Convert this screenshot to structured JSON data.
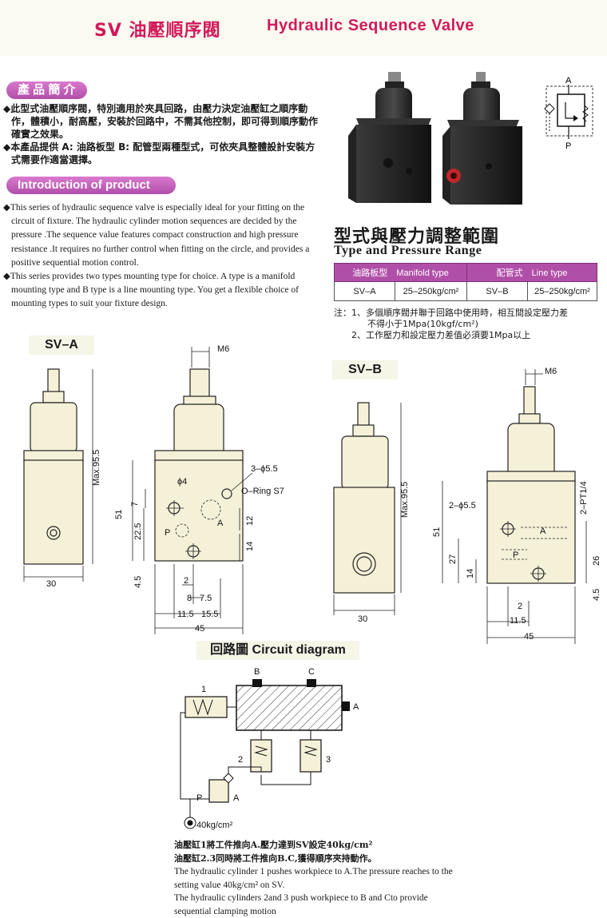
{
  "header": {
    "title_cn": "SV 油壓順序閥",
    "title_en": "Hydraulic Sequence Valve"
  },
  "intro_cn": {
    "heading": "產 品 簡 介",
    "bullets": [
      "◆此型式油壓順序閥，特別適用於夾具回路，由壓力決定油壓缸之順序動作，體積小，耐高壓，安裝於回路中，不需其他控制，即可得到順序動作確實之效果。",
      "◆本產品提供 A: 油路板型 B: 配管型兩種型式，可依夾具整體設計安裝方式需要作適當選擇。"
    ]
  },
  "intro_en": {
    "heading": "Introduction of product",
    "bullets": [
      "◆This series of hydraulic sequence valve is especially ideal for your fitting on the circuit of fixture. The hydraulic cylinder motion sequences are decided by the pressure .The sequence value features compact construction and high pressure resistance .It requires no further control when fitting on the circle, and provides a positive sequential motion control.",
      "◆This series provides two types mounting type for choice. A type is a manifold mounting type and B type is a line mounting type. You get a flexible choice of mounting types to suit your fixture design."
    ]
  },
  "range": {
    "title_cn": "型式與壓力調整範圍",
    "title_en": "Type and Pressure Range",
    "headers": [
      "油路板型　Manifold type",
      "配管式　Line type"
    ],
    "rows": [
      [
        "SV–A",
        "25–250kg/cm²",
        "SV–B",
        "25–250kg/cm²"
      ]
    ],
    "notes": [
      "注：1、多個順序閥并聯于回路中使用時，相互間設定壓力差",
      "不得小于1Mpa(10kgf/cm²)",
      "2、工作壓力和設定壓力差值必須要1Mpa以上"
    ]
  },
  "symbol": {
    "port_a": "A",
    "port_p": "P"
  },
  "sv_a": {
    "label": "SV–A",
    "dims": {
      "m6": "M6",
      "max": "Max.95.5",
      "width_side": "30",
      "hole": "3–ϕ5.5",
      "phi4": "ϕ4",
      "oring": "O–Ring S7",
      "d7": "7",
      "d51": "51",
      "d22_5": "22.5",
      "d12": "12",
      "d14": "14",
      "d4_5": "4.5",
      "d2": "2",
      "d8": "8",
      "d7_5": "7.5",
      "d11_5": "11.5",
      "d15_5": "15.5",
      "d45": "45",
      "port_p": "P",
      "port_a": "A"
    }
  },
  "sv_b": {
    "label": "SV–B",
    "dims": {
      "m6": "M6",
      "max": "Max.95.5",
      "width_side": "30",
      "hole": "2–ϕ5.5",
      "pt": "2–PT1/4",
      "d51": "51",
      "d27": "27",
      "d14": "14",
      "d26": "26",
      "d4_5": "4.5",
      "d2": "2",
      "d11_5": "11.5",
      "d45": "45",
      "port_p": "P",
      "port_a": "A"
    }
  },
  "circuit": {
    "title": "回路圖 Circuit diagram",
    "labels": {
      "b": "B",
      "c": "C",
      "a": "A",
      "n1": "1",
      "n2": "2",
      "n3": "3",
      "p": "P",
      "a2": "A",
      "pressure": "40kg/cm²"
    },
    "caption_cn_1": "油壓缸1將工件推向A.壓力達到SV設定40kg/cm²",
    "caption_cn_2": "油壓缸2.3同時將工件推向B.C,獲得順序夾持動作。",
    "caption_en_1": "The hydraulic cylinder 1 pushes workpiece to A.The pressure reaches to the setting value 40kg/cm² on SV.",
    "caption_en_2": "The hydraulic cylinders 2and 3 push workpiece to B and Cto provide sequential clamping motion"
  },
  "colors": {
    "accent": "#d11a5a",
    "pill": "#b04fa8",
    "body_fill": "#f5f1d8"
  }
}
